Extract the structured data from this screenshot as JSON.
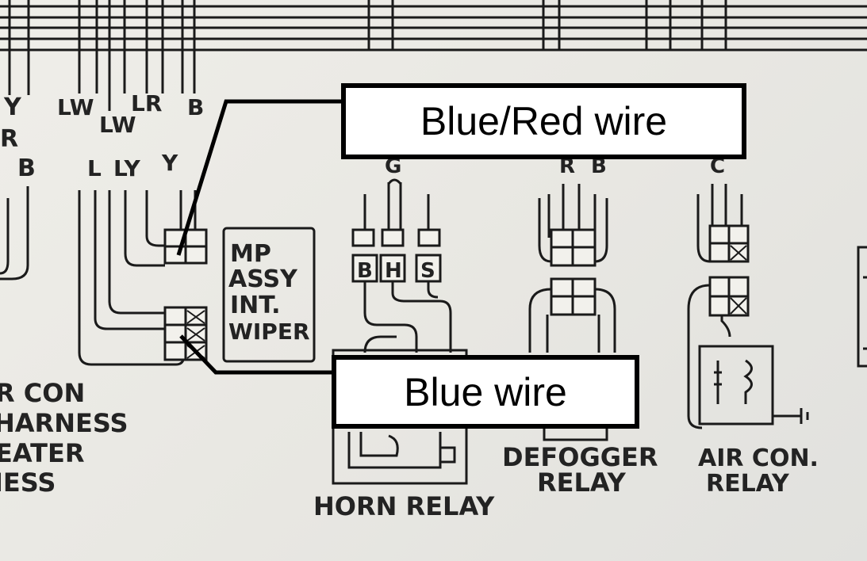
{
  "callouts": {
    "blue_red": "Blue/Red wire",
    "blue": "Blue wire"
  },
  "wire_codes": {
    "y_top": "Y",
    "r_left": "R",
    "b_left": "B",
    "lw_1": "LW",
    "lw_2": "LW",
    "lr": "LR",
    "b_top": "B",
    "l": "L",
    "ly": "LY",
    "y": "Y",
    "g": "G",
    "r": "R",
    "b": "B",
    "c": "C"
  },
  "components": {
    "wiper_line1": "MP",
    "wiper_line2": "ASSY",
    "wiper_line3": "INT.",
    "wiper_line4": "WIPER",
    "horn_relay": "HORN RELAY",
    "defogger_line1": "DEFOGGER",
    "defogger_line2": "RELAY",
    "aircon_line1": "AIR CON.",
    "aircon_line2": "RELAY"
  },
  "harness": {
    "line1": "R CON",
    "line2": "HARNESS",
    "line3": "EATER",
    "line4": "IESS"
  },
  "connector_letters": {
    "first": "B",
    "second": "H",
    "third": "S"
  }
}
